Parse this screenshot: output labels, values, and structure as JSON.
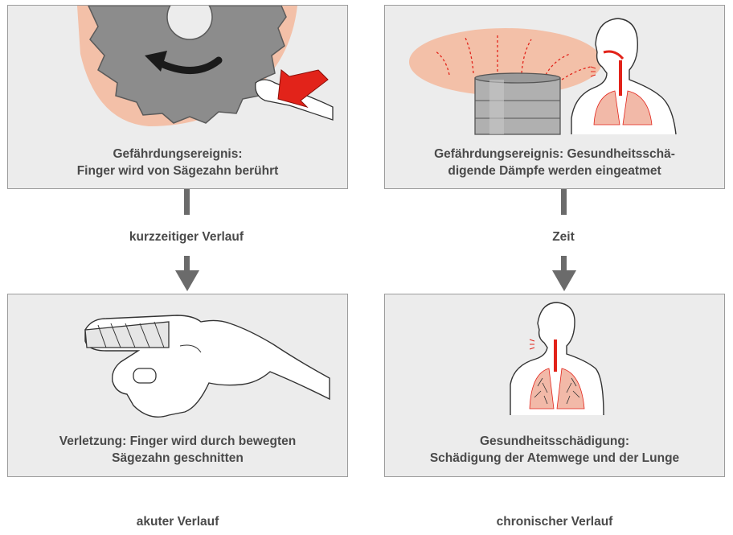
{
  "left_column": {
    "top_panel": {
      "title_line1": "Gefährdungsereignis:",
      "title_line2": "Finger wird von Sägezahn berührt"
    },
    "flow_label": "kurzzeitiger Verlauf",
    "bottom_panel": {
      "title_line1": "Verletzung: Finger wird durch bewegten",
      "title_line2": "Sägezahn geschnitten"
    },
    "footer": "akuter Verlauf"
  },
  "right_column": {
    "top_panel": {
      "title_line1": "Gefährdungsereignis: Gesundheitsschä-",
      "title_line2": "digende Dämpfe werden eingeatmet"
    },
    "flow_label": "Zeit",
    "bottom_panel": {
      "title_line1": "Gesundheitsschädigung:",
      "title_line2": "Schädigung der Atemwege und der Lunge"
    },
    "footer": "chronischer Verlauf"
  },
  "colors": {
    "panel_bg": "#ececec",
    "panel_border": "#9c9c9c",
    "saw_blade": "#8a8a8a",
    "danger_halo": "#f3c0a8",
    "warning_arrow": "#e2231a",
    "lung_tissue": "#f2b9a8",
    "connector": "#6b6b6b"
  }
}
